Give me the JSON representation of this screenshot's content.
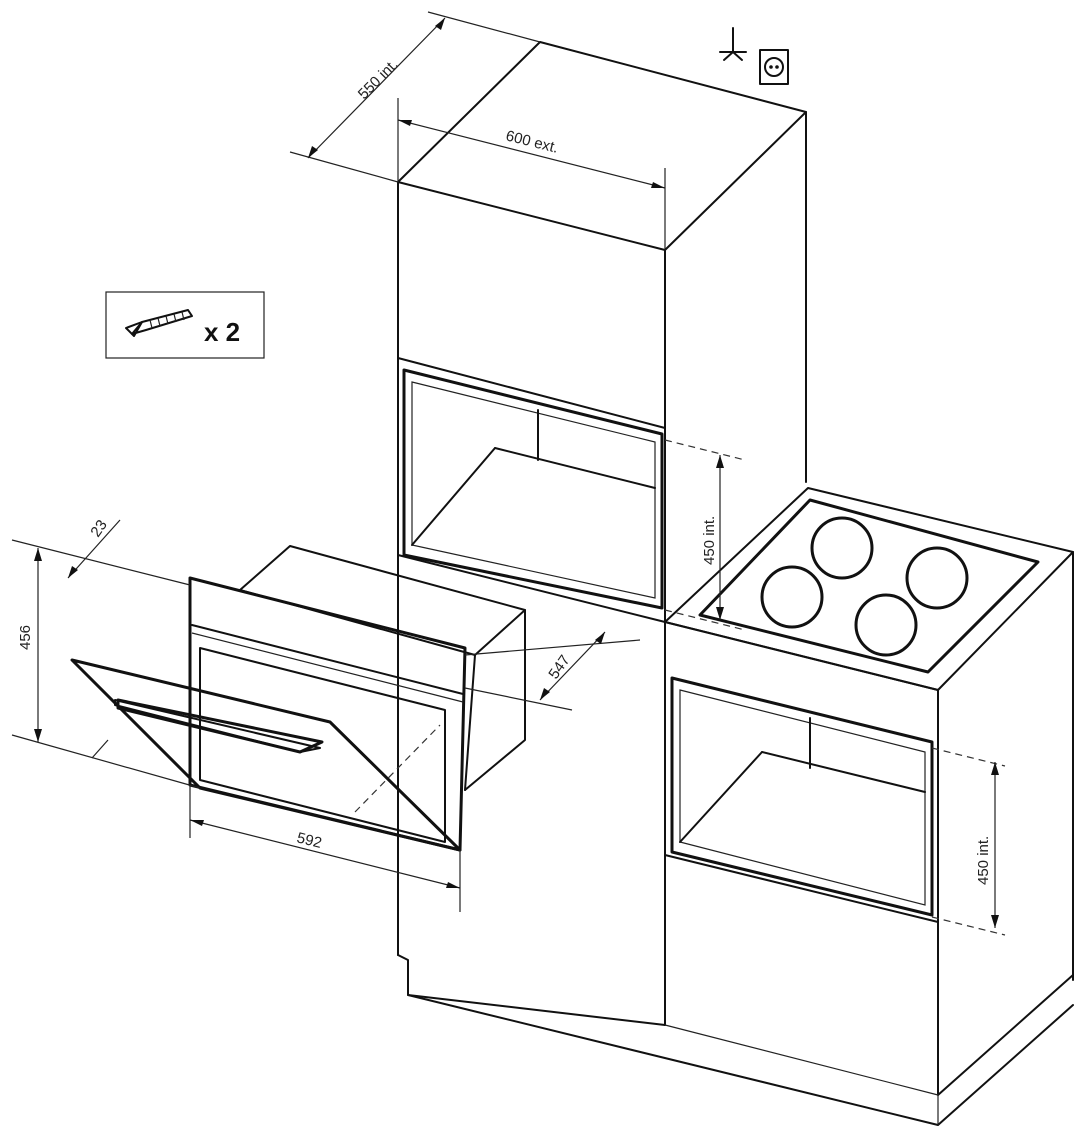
{
  "dimensions": {
    "depth_top": "550 int.",
    "width_top": "600 ext.",
    "niche_upper": "450 int.",
    "niche_lower": "450 int.",
    "oven_height": "456",
    "oven_depth": "547",
    "oven_width": "592",
    "door_thickness": "23"
  },
  "accessory": {
    "quantity_label": "x 2"
  },
  "icons": [
    "ground-symbol-icon",
    "power-socket-icon",
    "screw-icon"
  ]
}
